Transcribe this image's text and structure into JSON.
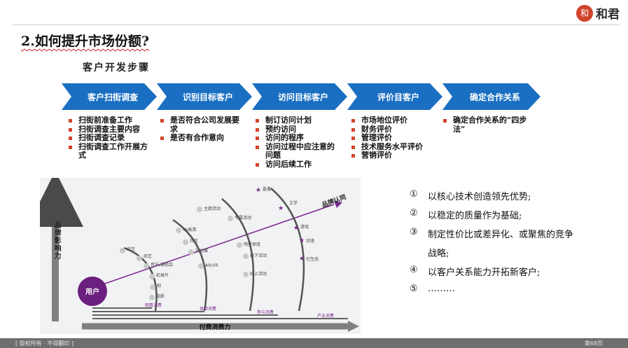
{
  "header": {
    "logo_mark": "和",
    "logo_text": "和君"
  },
  "page": {
    "title": "2.如何提升市场份额?",
    "subtitle": "客户开发步骤"
  },
  "steps": [
    {
      "label": "客户扫街调查",
      "items": [
        "扫街前准备工作",
        "扫街调查主要内容",
        "扫街调查记录",
        "扫街调查工作开展方式"
      ]
    },
    {
      "label": "识别目标客户",
      "items": [
        "是否符合公司发展要求",
        "是否有合作意向"
      ]
    },
    {
      "label": "访问目标客户",
      "items": [
        "制订访问计划",
        "预约访问",
        "访问的程序",
        "访问过程中应注意的问题",
        "访问后续工作"
      ]
    },
    {
      "label": "评价目客户",
      "items": [
        "市场地位评价",
        "财务评价",
        "管理评价",
        "技术服务水平评价",
        "营销评价"
      ]
    },
    {
      "label": "确定合作关系",
      "items": [
        "确定合作关系的“四步法”"
      ]
    }
  ],
  "diagram": {
    "y_axis": "品牌影响力",
    "x_axis": "付费消费力",
    "center": "用户",
    "brand": "品牌认同",
    "stages": [
      "观看消费",
      "体验消费",
      "参与消费",
      "产业消费"
    ],
    "tags": [
      "综艺",
      "音乐/演唱会",
      "纪录片",
      "剧",
      "电影",
      "4k高清",
      "社区",
      "主题活动",
      "社比赛",
      "AR/VR",
      "专属活动",
      "明星探班",
      "线下活动",
      "线上活动",
      "直播",
      "文学",
      "游戏",
      "动漫",
      "衍生品",
      "综艺"
    ]
  },
  "points": [
    {
      "num": "①",
      "text": "以核心技术创造领先优势;"
    },
    {
      "num": "②",
      "text": "以稳定的质量作为基础;"
    },
    {
      "num": "③",
      "text": "制定性价比或差异化、或聚焦的竞争"
    },
    {
      "num": "",
      "text": "战略;"
    },
    {
      "num": "④",
      "text": "以客户关系能力开拓新客户;"
    },
    {
      "num": "⑤",
      "text": "………"
    }
  ],
  "footer": {
    "left": "[ 版权所有 · 不得翻印 ]",
    "right": "第68页"
  },
  "colors": {
    "arrow_blue": "#1a6fc2",
    "bullet_red": "#d0452a",
    "purple": "#6b1f7e"
  }
}
